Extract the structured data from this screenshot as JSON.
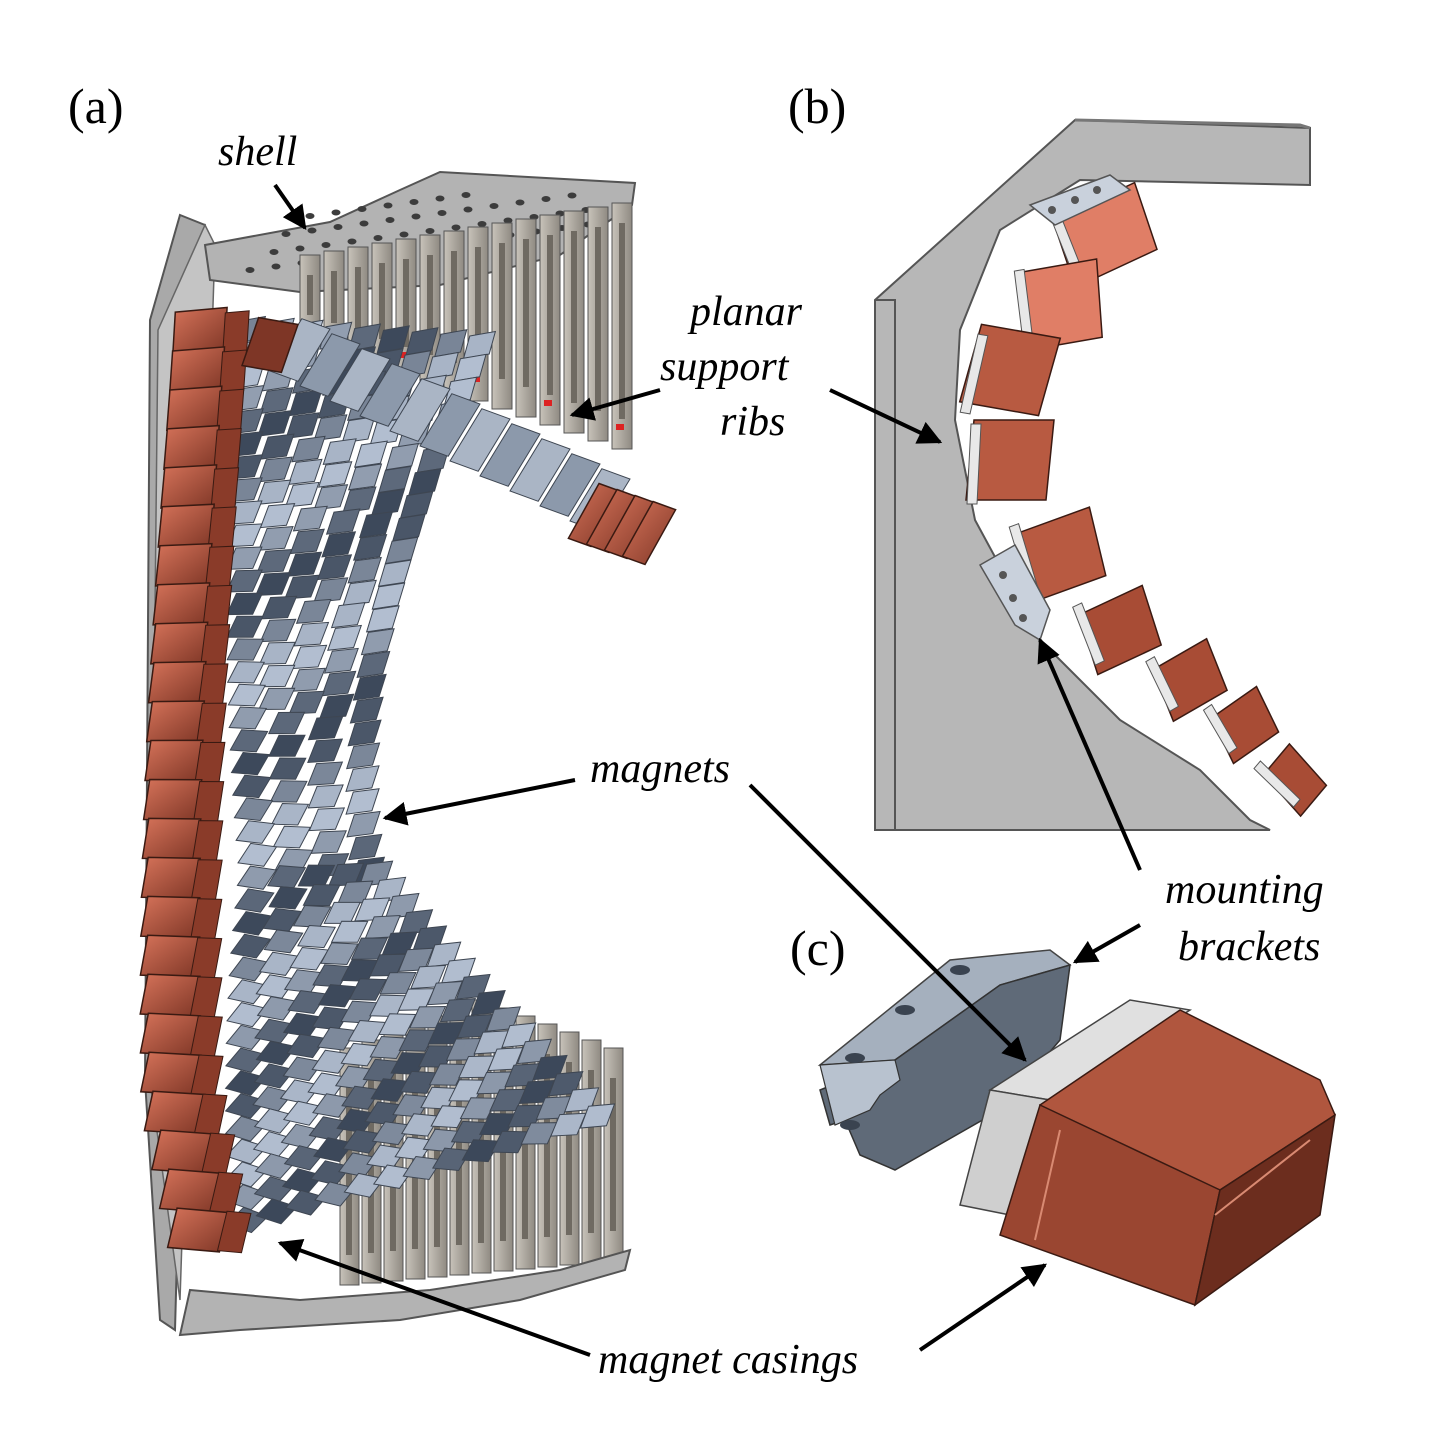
{
  "panels": {
    "a": "(a)",
    "b": "(b)",
    "c": "(c)"
  },
  "labels": {
    "shell": "shell",
    "planar": "planar",
    "support": "support",
    "ribs": "ribs",
    "magnets": "magnets",
    "mounting": "mounting",
    "brackets": "brackets",
    "magnet_casings": "magnet casings"
  },
  "colors": {
    "magnet_blue": "#8e9cae",
    "casing_copper": "#b65c44",
    "rib_gray": "#aaa59d",
    "shell_gray": "#b4b4b4"
  }
}
